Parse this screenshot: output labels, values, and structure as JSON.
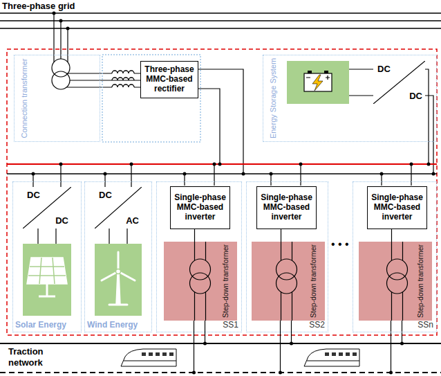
{
  "diagram": {
    "nodes": [
      {
        "text": [
          "Connection transformer"
        ]
      },
      {
        "text": [
          "Three-phase MMC-based rectifier"
        ]
      },
      {
        "text": [
          "Energy Storage System"
        ]
      },
      {
        "text": [
          "DC",
          "DC"
        ],
        "in": 2
      },
      {
        "text": [
          "Solar Energy"
        ]
      },
      {
        "text": [
          "DC",
          "DC"
        ],
        "in": 4
      },
      {
        "text": [
          "Wind Energy"
        ]
      },
      {
        "text": [
          "DC",
          "AC"
        ],
        "in": 6
      },
      {
        "text": [
          "SS1"
        ]
      },
      {
        "text": [
          "Single-phase MMC-based inverter"
        ],
        "in": 8
      },
      {
        "text": [
          "Step-down transformer"
        ],
        "in": 8
      },
      {
        "text": [
          "SS2"
        ]
      },
      {
        "text": [
          "Single-phase MMC-based inverter"
        ],
        "in": 11
      },
      {
        "text": [
          "Step-down transformer"
        ],
        "in": 11
      },
      {
        "text": [
          "SSn"
        ]
      },
      {
        "text": [
          "Single-phase MMC-based inverter"
        ],
        "in": 14
      },
      {
        "text": [
          "Step-down transformer"
        ],
        "in": 14
      }
    ],
    "edges": [
      {
        "from": 0,
        "to": 1,
        "arrow": "none"
      },
      {
        "from": 9,
        "to": 10,
        "arrow": "none"
      },
      {
        "from": 12,
        "to": 13,
        "arrow": "none"
      },
      {
        "from": 15,
        "to": 16,
        "arrow": "none"
      }
    ],
    "labels": [
      "Three-phase grid",
      "Traction network",
      "• • •"
    ]
  }
}
